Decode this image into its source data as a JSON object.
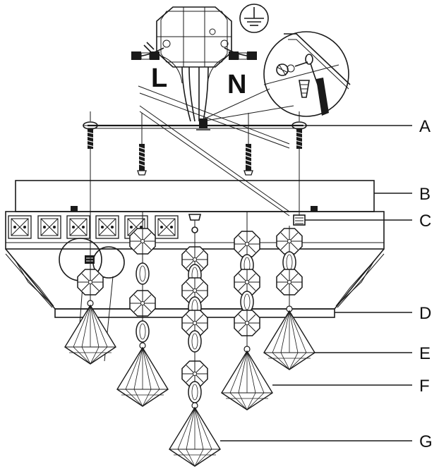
{
  "wire_labels": {
    "live": "L",
    "neutral": "N"
  },
  "icons": {
    "ground": "ground-symbol-icon"
  },
  "callouts": [
    {
      "id": "a",
      "label": "A"
    },
    {
      "id": "b",
      "label": "B"
    },
    {
      "id": "c",
      "label": "C"
    },
    {
      "id": "d",
      "label": "D"
    },
    {
      "id": "e",
      "label": "E"
    },
    {
      "id": "f",
      "label": "F"
    },
    {
      "id": "g",
      "label": "G"
    }
  ],
  "colors": {
    "ink": "#1a1a1a",
    "background": "#ffffff"
  }
}
